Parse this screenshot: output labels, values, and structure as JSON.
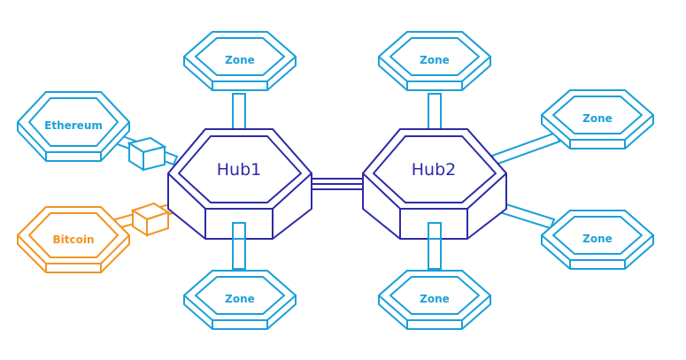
{
  "colors": {
    "zone": "#1aa0d8",
    "hub": "#2e2ba6",
    "bitcoin": "#f29422",
    "background": "#ffffff"
  },
  "hubs": [
    {
      "id": "hub1",
      "label": "Hub1"
    },
    {
      "id": "hub2",
      "label": "Hub2"
    }
  ],
  "zones": [
    {
      "id": "zone-top-left",
      "label": "Zone"
    },
    {
      "id": "zone-bottom-left",
      "label": "Zone"
    },
    {
      "id": "zone-top-right",
      "label": "Zone"
    },
    {
      "id": "zone-right-upper",
      "label": "Zone"
    },
    {
      "id": "zone-right-lower",
      "label": "Zone"
    },
    {
      "id": "zone-bottom-right",
      "label": "Zone"
    }
  ],
  "external": [
    {
      "id": "ethereum",
      "label": "Ethereum"
    },
    {
      "id": "bitcoin",
      "label": "Bitcoin"
    }
  ]
}
